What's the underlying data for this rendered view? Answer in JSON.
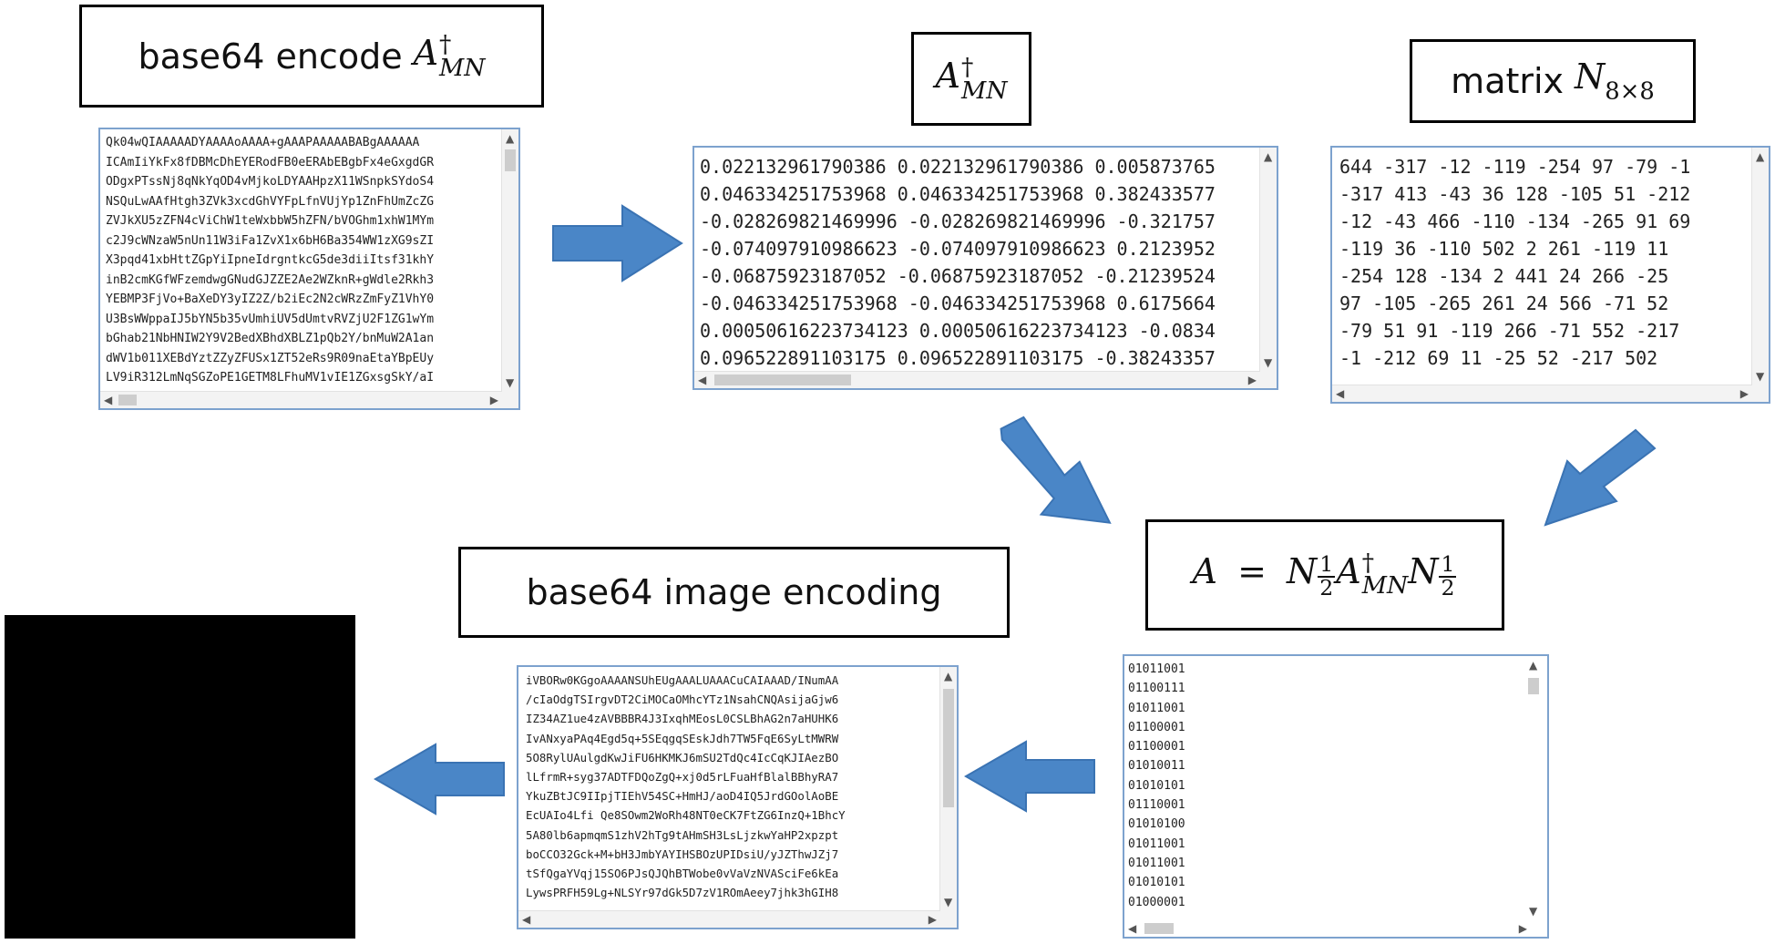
{
  "labels": {
    "encode_prefix": "base64 encode",
    "a_symbol": "A",
    "dagger": "†",
    "mn": "MN",
    "matrix_prefix": "matrix",
    "n_symbol": "N",
    "n_sub": "8×8",
    "formula_lhs": "A",
    "formula_eq": "=",
    "frac_num": "1",
    "frac_den": "2",
    "image_encoding": "base64 image encoding"
  },
  "encode_box": {
    "lines": [
      "Qk04wQIAAAAADYAAAAoAAAA+gAAAPAAAAABABgAAAAAA",
      "ICAmIiYkFx8fDBMcDhEYERodFB0eERAbEBgbFx4eGxgdGR",
      "ODgxPTssNj8qNkYqOD4vMjkoLDYAAHpzX11WSnpkSYdoS4",
      "NSQuLwAAfHtgh3ZVk3xcdGhVYFpLfnVUjYp1ZnFhUmZcZG",
      "ZVJkXU5zZFN4cViChW1teWxbbW5hZFN/bVOGhm1xhW1MYm",
      "c2J9cWNzaW5nUn11W3iFa1ZvX1x6bH6Ba354WW1zXG9sZI",
      "X3pqd41xbHttZGpYiIpneIdrgntkcG5de3diiItsf31khY",
      "inB2cmKGfWFzemdwgGNudGJZZE2Ae2WZknR+gWdle2Rkh3",
      "YEBMP3FjVo+BaXeDY3yIZ2Z/b2iEc2N2cWRzZmFyZ1VhY0",
      "U3BsWWppaIJ5bYN5b35vUmhiUV5dUmtvRVZjU2F1ZG1wYm",
      "bGhab21NbHNIW2Y9V2BedXBhdXBLZ1pQb2Y/bnMuW2A1an",
      "dWV1b011XEBdYztZZyZFUSx1ZT52eRs9R09naEtaYBpEUy",
      "LV9iR312LmNqSGZoPE1GETM8LFhuMV1vIE1ZGxsgSkY/aI"
    ]
  },
  "adag_box": {
    "lines": [
      "0.022132961790386 0.022132961790386 0.005873765",
      "0.046334251753968 0.046334251753968 0.382433577",
      "-0.028269821469996 -0.028269821469996 -0.321757",
      "-0.074097910986623 -0.074097910986623 0.2123952",
      "-0.06875923187052 -0.06875923187052 -0.21239524",
      "-0.046334251753968 -0.046334251753968 0.6175664",
      "0.00050616223734123 0.00050616223734123 -0.0834",
      "0.096522891103175 0.096522891103175 -0.38243357"
    ]
  },
  "matrix_box": {
    "lines": [
      "644 -317 -12 -119 -254 97 -79 -1",
      "-317 413 -43 36 128 -105 51 -212",
      "-12 -43 466 -110 -134 -265 91 69",
      "-119 36 -110 502 2 261 -119 11",
      "-254 128 -134 2 441 24 266 -25",
      "97 -105 -265 261 24 566 -71 52",
      "-79 51 91 -119 266 -71 552 -217",
      "-1 -212 69 11 -25 52 -217 502"
    ]
  },
  "binary_box": {
    "lines": [
      "01011001",
      "01100111",
      "01011001",
      "01100001",
      "01100001",
      "01010011",
      "01010101",
      "01110001",
      "01010100",
      "01011001",
      "01011001",
      "01010101",
      "01000001"
    ]
  },
  "image_box": {
    "lines": [
      "iVBORw0KGgoAAAANSUhEUgAAALUAAACuCAIAAAD/INumAA",
      "/cIaOdgTSIrgvDT2CiMOCaOMhcYTz1NsahCNQAsijaGjw6",
      "IZ34AZ1ue4zAVBBBR4J3IxqhMEosL0CSLBhAG2n7aHUHK6",
      "IvANxyaPAq4Egd5q+5SEqgqSEskJdh7TW5FqE6SyLtMWRW",
      "5O8RylUAulgdKwJiFU6HKMKJ6mSU2TdQc4IcCqKJIAezBO",
      "lLfrmR+syg37ADTFDQoZgQ+xj0d5rLFuaHfBlalBBhyRA7",
      "YkuZBtJC9IIpjTIEhV54SC+HmHJ/aoD4IQ5JrdGOolAoBE",
      "EcUAIo4Lfi Qe8SOwm2WoRh48NT0eCK7FtZG6InzQ+1BhcY",
      "5A80lb6apmqmS1zhV2hTg9tAHmSH3LsLjzkwYaHP2xpzpt",
      "boCCO32Gck+M+bH3JmbYAYIHSBOzUPIDsiU/yJZThwJZj7",
      "tSfQgaYVqj15SO6PJsQJQhBTWobe0vVaVzNVASciFe6kEa",
      "LywsPRFH59Lg+NLSYr97dGk5D7zV1ROmAeey7jhk3hGIH8"
    ]
  }
}
